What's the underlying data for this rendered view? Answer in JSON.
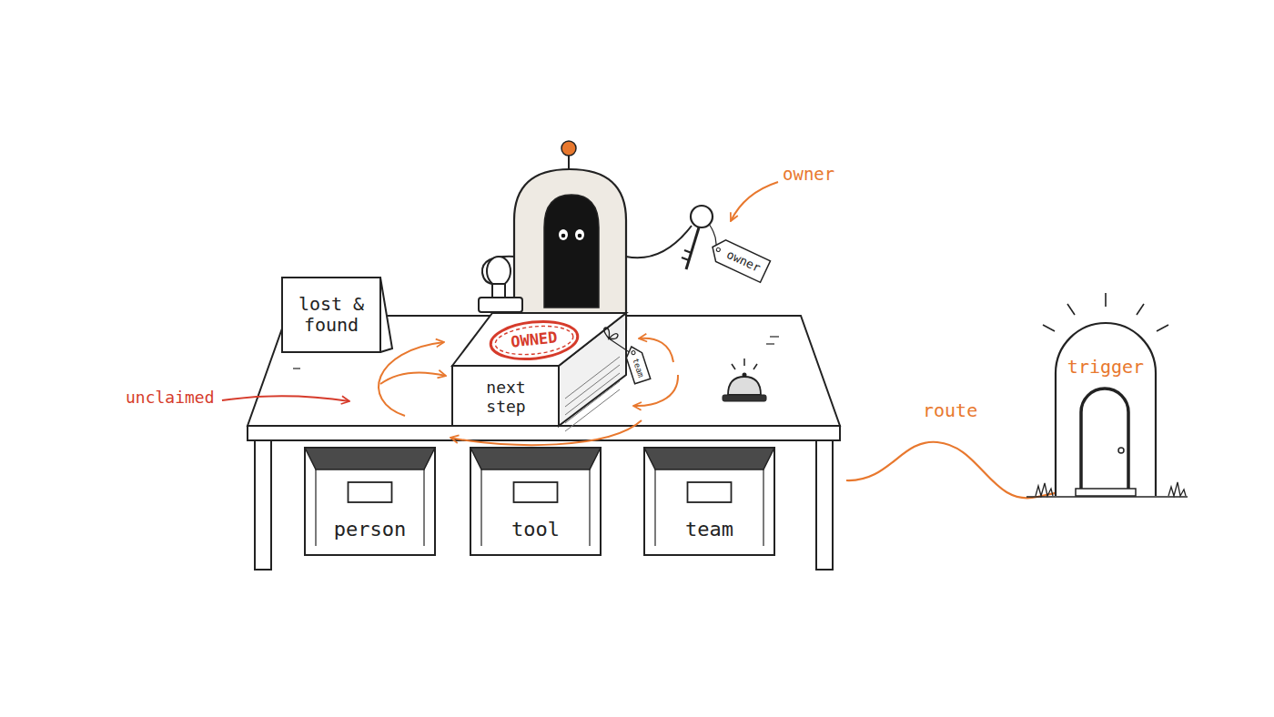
{
  "diagram": {
    "nodes": [
      {
        "text": [
          "lost & found"
        ]
      },
      {
        "text": [
          "next step"
        ]
      },
      {
        "text": [
          "OWNED"
        ],
        "in": 1
      },
      {
        "text": [
          "team"
        ]
      },
      {
        "text": [
          "owner"
        ]
      },
      {
        "text": [
          "person"
        ]
      },
      {
        "text": [
          "tool"
        ]
      },
      {
        "text": [
          "team"
        ]
      },
      {
        "text": [
          "trigger"
        ]
      }
    ],
    "labels": [
      "owner",
      "unclaimed",
      "route"
    ]
  }
}
